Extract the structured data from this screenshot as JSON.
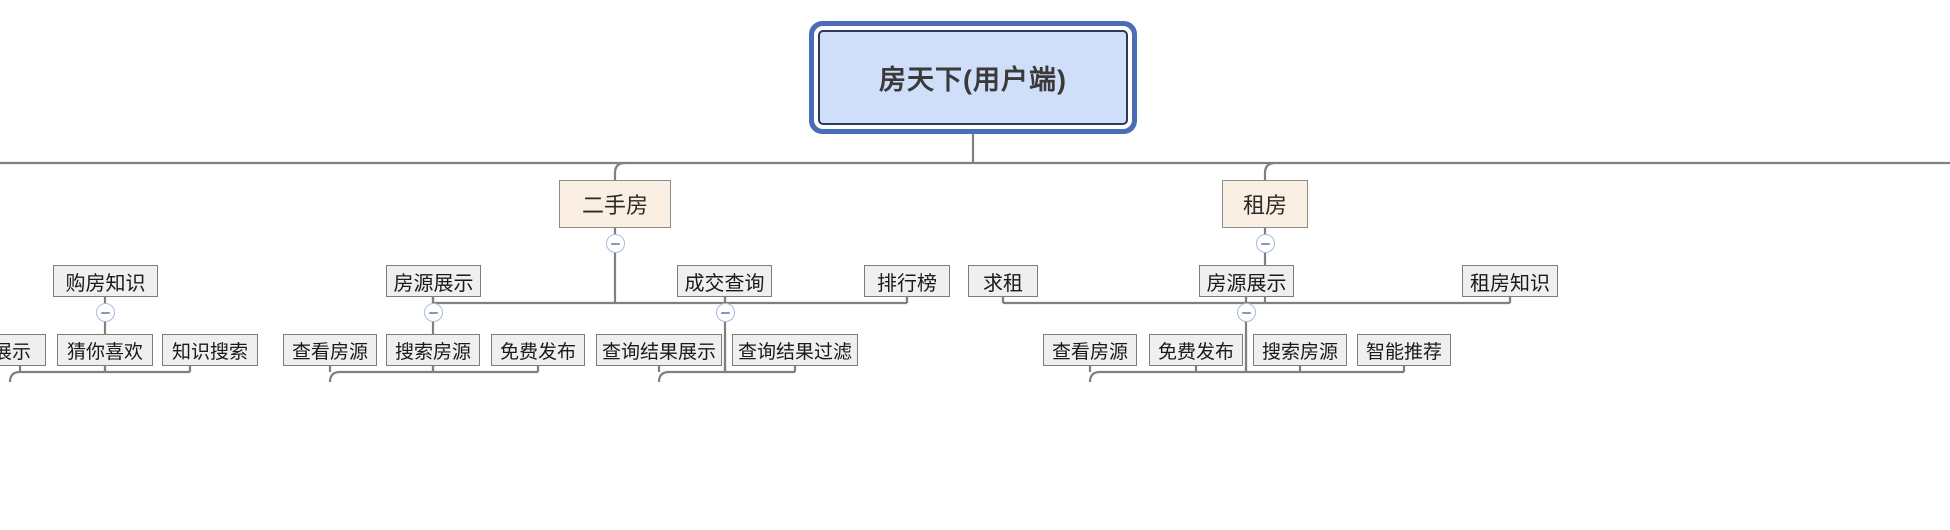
{
  "diagram": {
    "type": "mindmap-tree",
    "title_node": "房天下(用户端)",
    "colors": {
      "root_fill": "#cfdffa",
      "root_outer_border": "#4a6db5",
      "root_inner_border": "#2b3a55",
      "level2_fill": "#fbeee2",
      "level2_border": "#8c8c8c",
      "leaf_fill": "#efefef",
      "leaf_border": "#7d7d7d",
      "connector": "#808080",
      "collapse_ring": "#aab9e0",
      "collapse_bar": "#8695c4"
    },
    "collapse_icon_name": "minus-circle-collapse-icon"
  },
  "root": {
    "label": "房天下(用户端)"
  },
  "level2": [
    {
      "label": "二手房"
    },
    {
      "label": "租房"
    }
  ],
  "level3": [
    {
      "label": "购房知识"
    },
    {
      "label": "房源展示"
    },
    {
      "label": "成交查询"
    },
    {
      "label": "排行榜"
    },
    {
      "label": "求租"
    },
    {
      "label": "房源展示"
    },
    {
      "label": "租房知识"
    }
  ],
  "level4": [
    {
      "label": "展示"
    },
    {
      "label": "猜你喜欢"
    },
    {
      "label": "知识搜索"
    },
    {
      "label": "查看房源"
    },
    {
      "label": "搜索房源"
    },
    {
      "label": "免费发布"
    },
    {
      "label": "查询结果展示"
    },
    {
      "label": "查询结果过滤"
    },
    {
      "label": "查看房源"
    },
    {
      "label": "免费发布"
    },
    {
      "label": "搜索房源"
    },
    {
      "label": "智能推荐"
    }
  ]
}
